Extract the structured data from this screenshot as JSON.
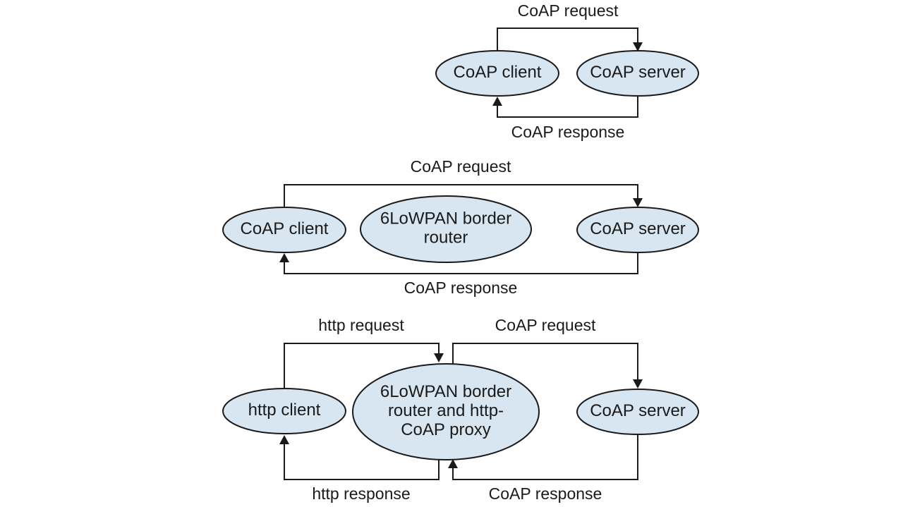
{
  "scenarios": [
    {
      "nodes": {
        "client": {
          "label": [
            "CoAP client"
          ]
        },
        "server": {
          "label": [
            "CoAP server"
          ]
        }
      },
      "edges": {
        "request": {
          "label": "CoAP request"
        },
        "response": {
          "label": "CoAP response"
        }
      }
    },
    {
      "nodes": {
        "client": {
          "label": [
            "CoAP client"
          ]
        },
        "router": {
          "label": [
            "6LoWPAN border",
            "router"
          ]
        },
        "server": {
          "label": [
            "CoAP server"
          ]
        }
      },
      "edges": {
        "request": {
          "label": "CoAP request"
        },
        "response": {
          "label": "CoAP response"
        }
      }
    },
    {
      "nodes": {
        "client": {
          "label": [
            "http client"
          ]
        },
        "proxy": {
          "label": [
            "6LoWPAN border",
            "router and http-",
            "CoAP proxy"
          ]
        },
        "server": {
          "label": [
            "CoAP server"
          ]
        }
      },
      "edges": {
        "http_request": {
          "label": "http request"
        },
        "http_response": {
          "label": "http response"
        },
        "coap_request": {
          "label": "CoAP request"
        },
        "coap_response": {
          "label": "CoAP response"
        }
      }
    }
  ],
  "colors": {
    "node_fill": "#d7e6f0",
    "stroke": "#1a1a1a"
  }
}
